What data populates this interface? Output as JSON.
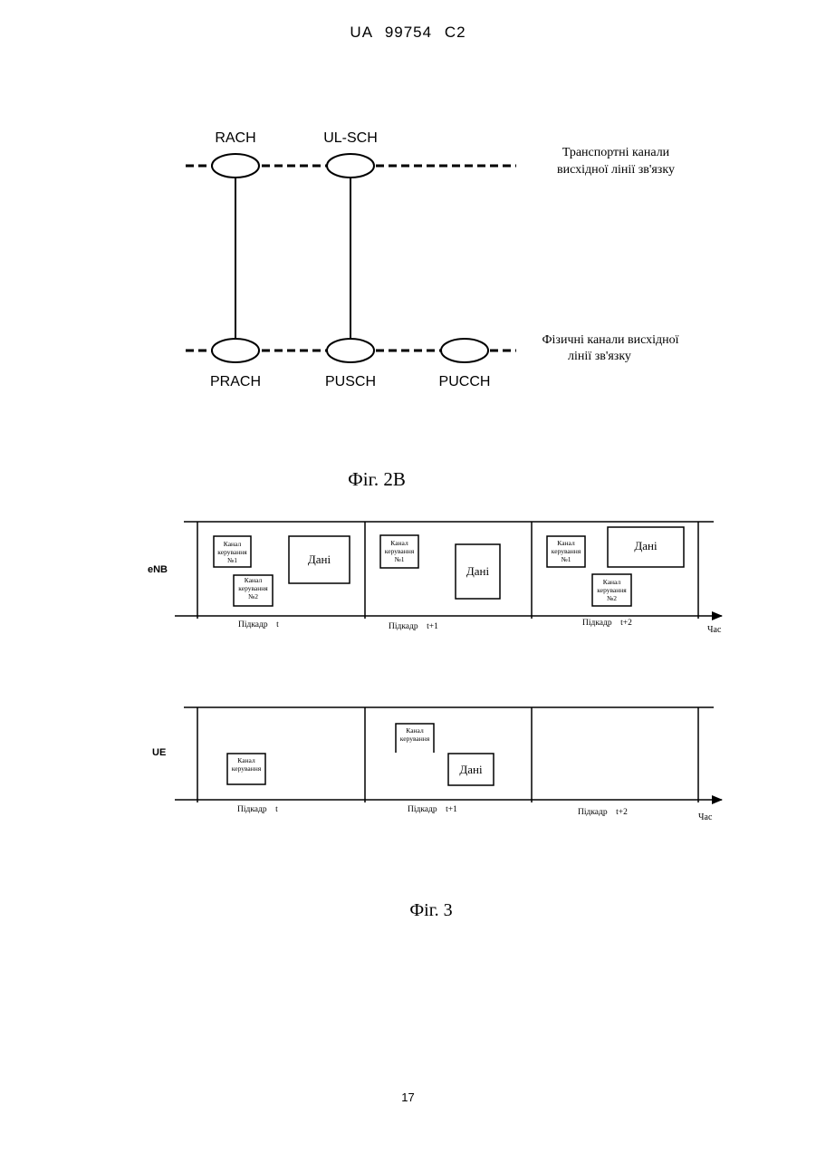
{
  "header": {
    "patent_id": "UA   99754   C2"
  },
  "fig2b": {
    "transport_channels": [
      "RACH",
      "UL-SCH"
    ],
    "physical_channels": [
      "PRACH",
      "PUSCH",
      "PUCCH"
    ],
    "transport_label_line1": "Транспортні канали",
    "transport_label_line2": "висхідної лінії зв'язку",
    "physical_label_line1": "Фізичні канали висхідної",
    "physical_label_line2": "лінії зв'язку",
    "caption": "Фіг. 2B"
  },
  "fig3": {
    "enb_label": "eNB",
    "ue_label": "UE",
    "time_label": "Час",
    "enb_subframes": [
      "Підкадр    t",
      "Підкадр    t+1",
      "Підкадр    t+2"
    ],
    "ue_subframes": [
      "Підкадр    t",
      "Підкадр    t+1",
      "Підкадр    t+2"
    ],
    "enb_boxes": {
      "s1_ctrl1": [
        "Канал",
        "керування",
        "№1"
      ],
      "s1_ctrl2": [
        "Канал",
        "керування",
        "№2"
      ],
      "s1_data": "Дані",
      "s2_ctrl1": [
        "Канал",
        "керування",
        "№1"
      ],
      "s2_data": "Дані",
      "s3_ctrl1": [
        "Канал",
        "керування",
        "№1"
      ],
      "s3_data": "Дані",
      "s3_ctrl2": [
        "Канал",
        "керування",
        "№2"
      ]
    },
    "ue_boxes": {
      "s1_ctrl": [
        "Канал",
        "керування"
      ],
      "s2_ctrl": [
        "Канал",
        "керування"
      ],
      "s2_data": "Дані"
    },
    "caption": "Фіг. 3"
  },
  "footer": {
    "page_number": "17"
  }
}
